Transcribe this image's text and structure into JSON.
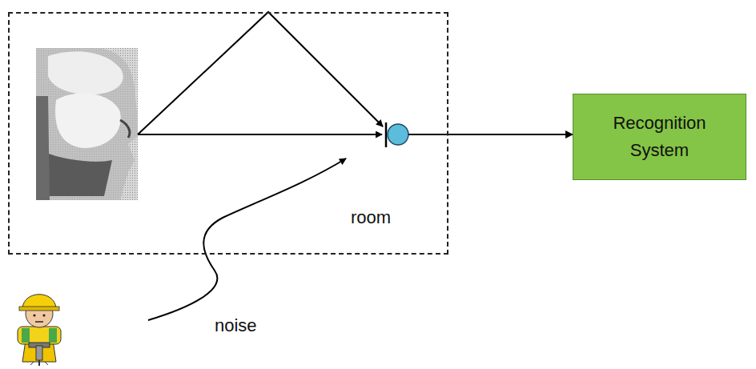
{
  "diagram": {
    "nodes": [
      {
        "text": [
          "room"
        ]
      },
      {
        "text": [
          "Recognition System"
        ]
      }
    ],
    "edges": [
      {
        "from": 0,
        "to": 1,
        "arrow": "to"
      }
    ],
    "labels": [
      "noise"
    ]
  }
}
